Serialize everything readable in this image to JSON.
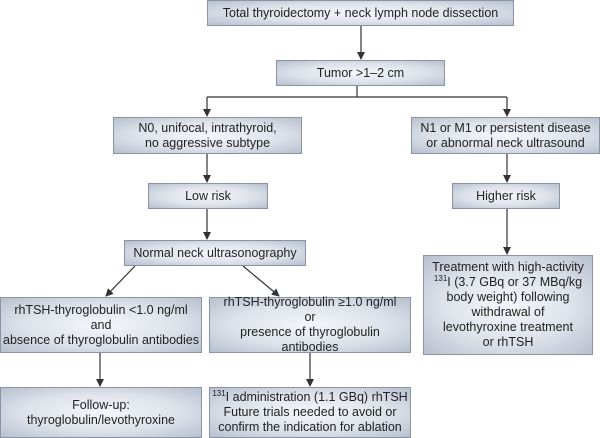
{
  "nodes": {
    "surgery": "Total thyroidectomy + neck lymph node dissection",
    "tumor": "Tumor >1–2 cm",
    "n0": [
      "N0, unifocal, intrathyroid,",
      "no aggressive subtype"
    ],
    "n1": [
      "N1 or M1 or persistent disease",
      "or abnormal neck ultrasound"
    ],
    "low_risk": "Low risk",
    "higher_risk": "Higher risk",
    "normal_us": "Normal neck ultrasonography",
    "tg_low": [
      "rhTSH-thyroglobulin <1.0 ng/ml",
      "and",
      "absence of thyroglobulin antibodies"
    ],
    "tg_high": [
      "rhTSH-thyroglobulin ≥1.0 ng/ml",
      "or",
      "presence of thyroglobulin antibodies"
    ],
    "treatment": {
      "line1": "Treatment with high-activity",
      "sup": "131",
      "line2": "I (3.7 GBq or 37 MBq/kg",
      "line3": "body weight) following",
      "line4": "withdrawal of",
      "line5": "levothyroxine treatment",
      "line6": "or rhTSH"
    },
    "followup": [
      "Follow-up:",
      "thyroglobulin/levothyroxine"
    ],
    "administration": {
      "sup": "131",
      "line1": "I administration (1.1 GBq) rhTSH",
      "line2": "Future trials needed to avoid or",
      "line3": "confirm the indication for ablation"
    }
  },
  "colors": {
    "box_border": "#8a94a6",
    "box_fill": "#dde2ea",
    "line": "#333333"
  }
}
